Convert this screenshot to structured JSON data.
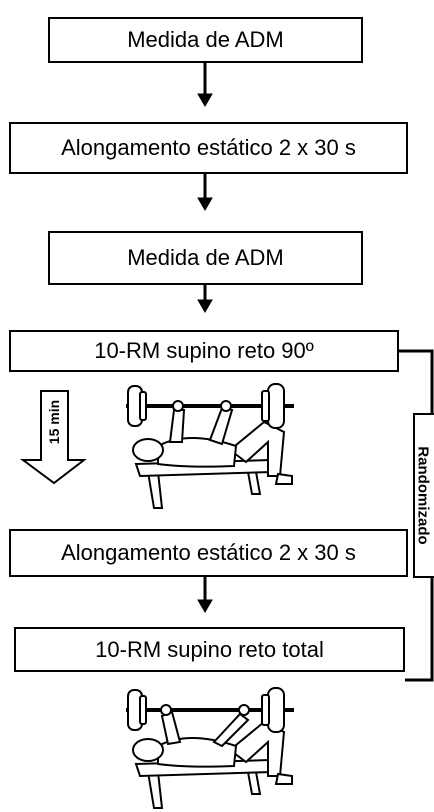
{
  "steps": [
    "Medida de ADM",
    "Alongamento estático 2 x 30 s",
    "Medida de ADM",
    "10-RM supino reto 90º",
    "Alongamento estático 2 x 30 s",
    "10-RM supino reto total"
  ],
  "rest_label": "15 min",
  "randomization_label": "Randomizado",
  "illustrations": [
    "bench-press-90-illustration",
    "bench-press-total-illustration"
  ]
}
